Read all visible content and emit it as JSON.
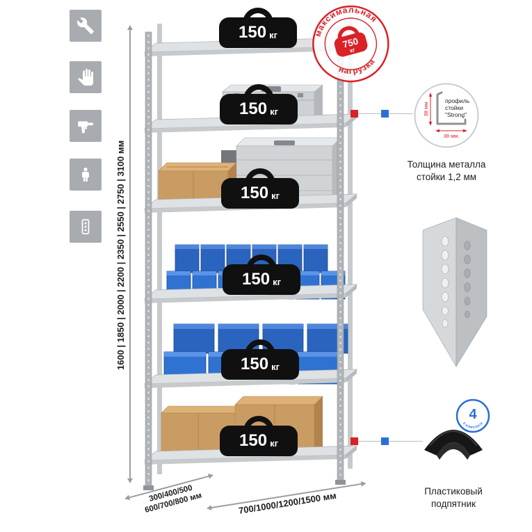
{
  "sidebar": {
    "items": [
      {
        "icon": "wrench-icon"
      },
      {
        "icon": "glove-icon"
      },
      {
        "icon": "drill-icon"
      },
      {
        "icon": "person-icon"
      },
      {
        "icon": "rack-post-icon"
      }
    ]
  },
  "stamp": {
    "arc_top": "максимальная",
    "arc_bottom": "нагрузка",
    "value": "750",
    "unit": "кг"
  },
  "shelves": [
    {
      "value": "150",
      "unit": "кг"
    },
    {
      "value": "150",
      "unit": "кг"
    },
    {
      "value": "150",
      "unit": "кг"
    },
    {
      "value": "150",
      "unit": "кг"
    },
    {
      "value": "150",
      "unit": "кг"
    },
    {
      "value": "150",
      "unit": "кг"
    }
  ],
  "dims": {
    "height": "1600 | 1850 | 2000 | 2200 | 2350 | 2550 | 2750 | 3100 мм",
    "depth1": "300/400/500",
    "depth2": "600/700/800 мм",
    "width": "700/1000/1200/1500 мм"
  },
  "profile": {
    "l1": "профиль",
    "l2": "стойки",
    "l3": "\"Strong\"",
    "dim_v": "38 мм",
    "dim_h": "38 мм.",
    "caption1": "Толщина металла",
    "caption2": "стойки 1,2 мм"
  },
  "foot": {
    "badge_value": "4",
    "badge_arc": "в комплекте",
    "caption1": "Пластиковый",
    "caption2": "подпятник"
  },
  "colors": {
    "accent_red": "#da2128",
    "accent_blue": "#2a6fd6"
  }
}
